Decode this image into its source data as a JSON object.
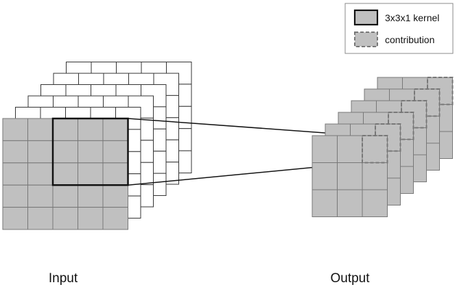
{
  "legend": {
    "kernel_label": "3x3x1 kernel",
    "contribution_label": "contribution"
  },
  "labels": {
    "input": "Input",
    "output": "Output"
  },
  "diagram": {
    "input_grid": {
      "rows": 5,
      "cols": 5,
      "channels": 6
    },
    "kernel": {
      "rows": 3,
      "cols": 3,
      "depth": 1
    },
    "output_grid": {
      "rows": 3,
      "cols": 3,
      "channels": 6
    }
  },
  "colors": {
    "cell_fill": "#c0c0c0",
    "grid_line": "#777777",
    "kernel_border": "#111111",
    "contribution_border": "#777777",
    "background": "#ffffff"
  }
}
